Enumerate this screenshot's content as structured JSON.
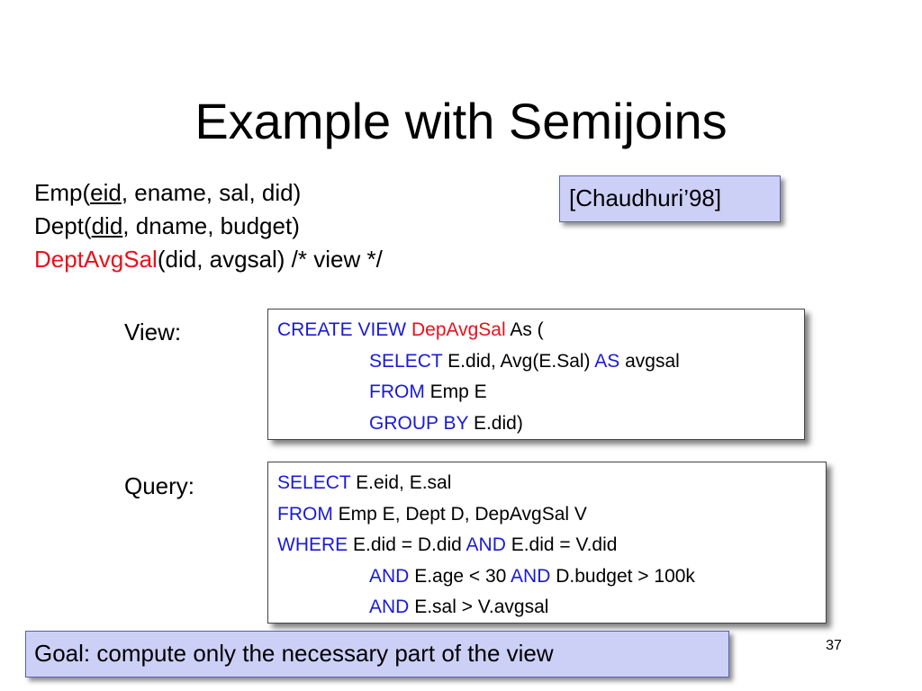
{
  "title": "Example with Semijoins",
  "schema": {
    "emp": {
      "prefix": "Emp(",
      "key": "eid",
      "rest": ", ename, sal, did)"
    },
    "dept": {
      "prefix": "Dept(",
      "key": "did",
      "rest": ", dname, budget)"
    },
    "view": {
      "name": "DeptAvgSal",
      "rest": "(did, avgsal) /* view */"
    }
  },
  "citation": "[Chaudhuri’98]",
  "view_label": "View:",
  "query_label": "Query:",
  "view_code": {
    "l1": {
      "kw": "CREATE VIEW",
      "name": "DepAvgSal",
      "rest": "As ("
    },
    "l2": {
      "kw1": "SELECT",
      "mid": "E.did, Avg(E.Sal)",
      "kw2": "AS",
      "rest": "avgsal"
    },
    "l3": {
      "kw": "FROM",
      "rest": "Emp E"
    },
    "l4": {
      "kw": "GROUP BY",
      "rest": "E.did)"
    }
  },
  "query_code": {
    "l1": {
      "kw": "SELECT",
      "rest": "E.eid, E.sal"
    },
    "l2": {
      "kw": "FROM",
      "rest": "Emp E, Dept D, DepAvgSal V"
    },
    "l3": {
      "kw1": "WHERE",
      "mid": "E.did = D.did",
      "kw2": "AND",
      "rest": "E.did = V.did"
    },
    "l4": {
      "kw1": "AND",
      "mid": "E.age < 30",
      "kw2": "AND",
      "rest": "D.budget > 100k"
    },
    "l5": {
      "kw": "AND",
      "rest": "E.sal > V.avgsal"
    }
  },
  "goal": "Goal: compute only the necessary part of the view",
  "page_number": "37",
  "colors": {
    "keyword": "#1a1ad6",
    "view_name": "#e8111a",
    "callout_fill": "#ccd0f6",
    "callout_border": "#5b5fb8"
  }
}
